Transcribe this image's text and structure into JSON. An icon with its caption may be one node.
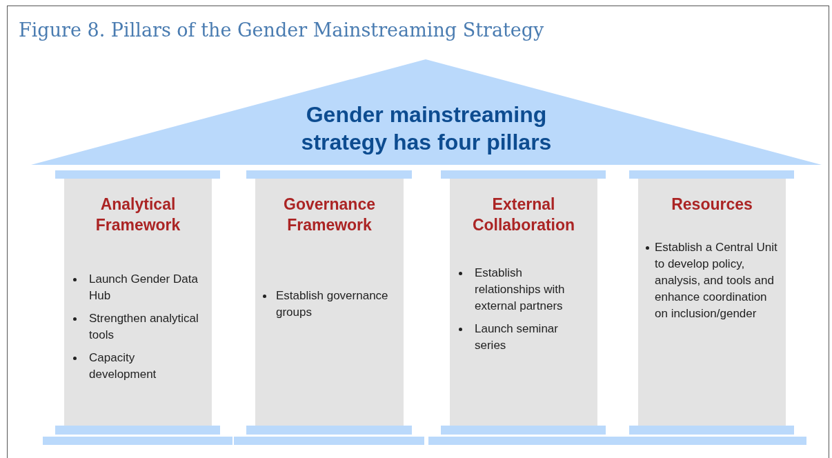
{
  "diagram": {
    "title": "Figure 8. Pillars of the Gender Mainstreaming Strategy",
    "nodes": [
      {
        "text": [
          "Gender mainstreaming strategy has four pillars"
        ]
      },
      {
        "text": [
          "Analytical Framework",
          "Launch Gender Data Hub",
          "Strengthen analytical tools",
          "Capacity development"
        ]
      },
      {
        "text": [
          "Governance Framework",
          "Establish governance groups"
        ]
      },
      {
        "text": [
          "External Collaboration",
          "Establish relationships with external partners",
          "Launch seminar series"
        ]
      },
      {
        "text": [
          "Resources",
          "Establish a Central Unit to develop policy, analysis, and tools and enhance coordination on inclusion/gender"
        ]
      }
    ]
  }
}
